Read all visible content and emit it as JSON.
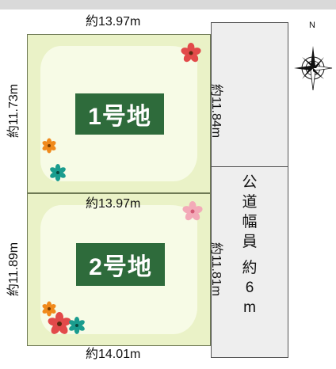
{
  "lots": [
    {
      "label": "1号地",
      "top_width": "約13.97m",
      "left_depth": "約11.73m",
      "road_side": "約11.84m"
    },
    {
      "label": "2号地",
      "top_width": "約13.97m",
      "left_depth": "約11.89m",
      "road_side": "約11.81m",
      "bottom_width": "約14.01m"
    }
  ],
  "road": {
    "label": "公道幅員 約6m",
    "chars": [
      "公",
      "道",
      "幅",
      "員",
      "約",
      "6",
      "m"
    ]
  },
  "compass": {
    "letter": "N"
  },
  "colors": {
    "lot_fill": "#eaf2c7",
    "label_bg": "#2e6b3b",
    "road_fill": "#eeeeee"
  }
}
